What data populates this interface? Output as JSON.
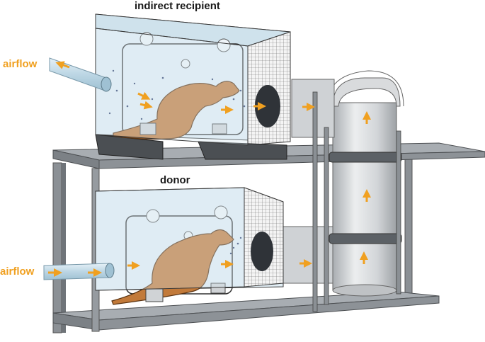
{
  "labels": {
    "top_cage": "indirect recipient",
    "bottom_cage": "donor",
    "airflow_top": "airflow",
    "airflow_bottom": "airflow"
  },
  "colors": {
    "arrow": "#f0a020",
    "ferret": "#c27a3a",
    "glass": "#d7e9f2",
    "shelf": "#8e9398",
    "pipe": "#d9dbdd",
    "mesh": "#555555"
  },
  "icons": {
    "flow_arrow": "arrow-icon",
    "animal": "ferret-illustration"
  }
}
